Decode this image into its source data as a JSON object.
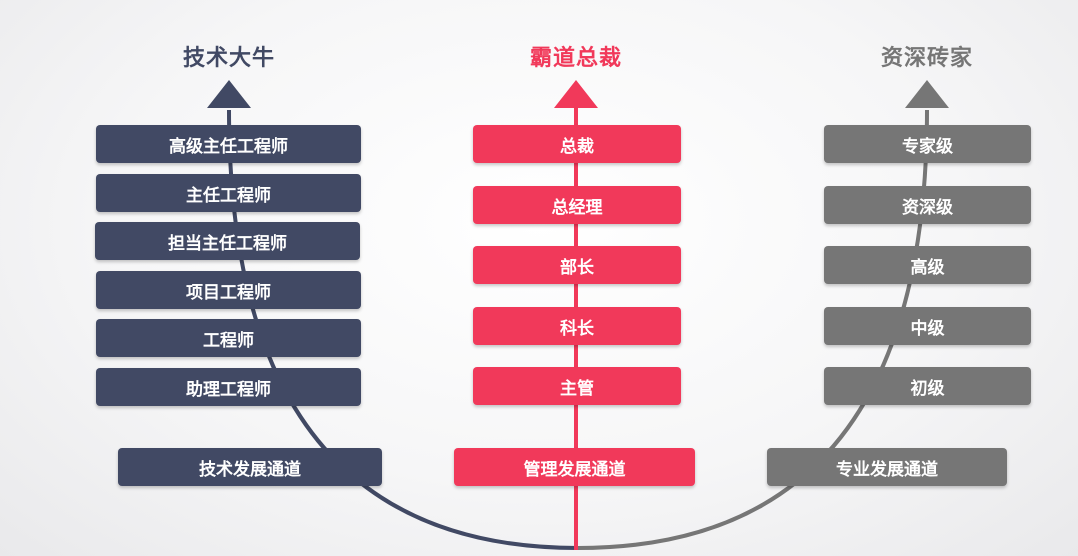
{
  "colors": {
    "tech": "#414964",
    "management": "#f1395a",
    "professional": "#767676"
  },
  "columns": {
    "tech": {
      "title": "技术大牛",
      "levels": [
        "高级主任工程师",
        "主任工程师",
        "担当主任工程师",
        "项目工程师",
        "工程师",
        "助理工程师"
      ],
      "path_label": "技术发展通道"
    },
    "management": {
      "title": "霸道总裁",
      "levels": [
        "总裁",
        "总经理",
        "部长",
        "科长",
        "主管"
      ],
      "path_label": "管理发展通道"
    },
    "professional": {
      "title": "资深砖家",
      "levels": [
        "专家级",
        "资深级",
        "高级",
        "中级",
        "初级"
      ],
      "path_label": "专业发展通道"
    }
  }
}
